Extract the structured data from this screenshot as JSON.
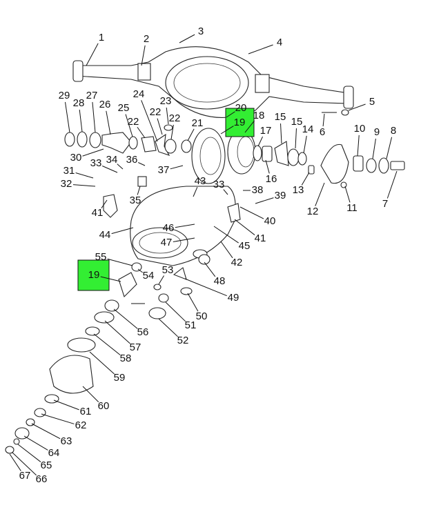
{
  "diagram": {
    "callouts": [
      "1",
      "2",
      "3",
      "4",
      "5",
      "6",
      "7",
      "8",
      "9",
      "10",
      "11",
      "12",
      "13",
      "14",
      "15",
      "15",
      "16",
      "17",
      "18",
      "19",
      "20",
      "21",
      "22",
      "22",
      "22",
      "23",
      "24",
      "25",
      "26",
      "27",
      "28",
      "29",
      "30",
      "31",
      "32",
      "33",
      "34",
      "35",
      "36",
      "37",
      "38",
      "39",
      "40",
      "41",
      "41",
      "42",
      "43",
      "33",
      "44",
      "45",
      "46",
      "47",
      "48",
      "49",
      "50",
      "51",
      "52",
      "53",
      "54",
      "55",
      "19",
      "56",
      "57",
      "58",
      "59",
      "60",
      "61",
      "62",
      "63",
      "64",
      "65",
      "66",
      "67"
    ],
    "highlighted_callout": "19",
    "highlight_color": "#33ee33"
  }
}
